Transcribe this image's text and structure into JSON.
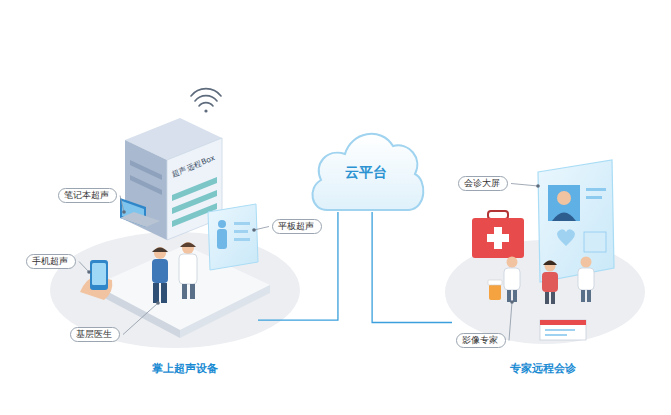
{
  "diagram": {
    "nodes": [
      {
        "text": [
          "掌上超声设备"
        ]
      },
      {
        "text": [
          "笔记本超声"
        ],
        "in": 0
      },
      {
        "text": [
          "手机超声"
        ],
        "in": 0
      },
      {
        "text": [
          "平板超声"
        ],
        "in": 0
      },
      {
        "text": [
          "基层医生"
        ],
        "in": 0
      },
      {
        "text": [
          "云平台"
        ]
      },
      {
        "text": [
          "专家远程会诊"
        ]
      },
      {
        "text": [
          "会诊大屏"
        ],
        "in": 6
      },
      {
        "text": [
          "影像专家"
        ],
        "in": 6
      }
    ],
    "edges": [
      {
        "from": 0,
        "to": 5,
        "arrow": "none"
      },
      {
        "from": 5,
        "to": 6,
        "arrow": "none"
      }
    ],
    "labels": [
      "超声远程Box"
    ]
  }
}
